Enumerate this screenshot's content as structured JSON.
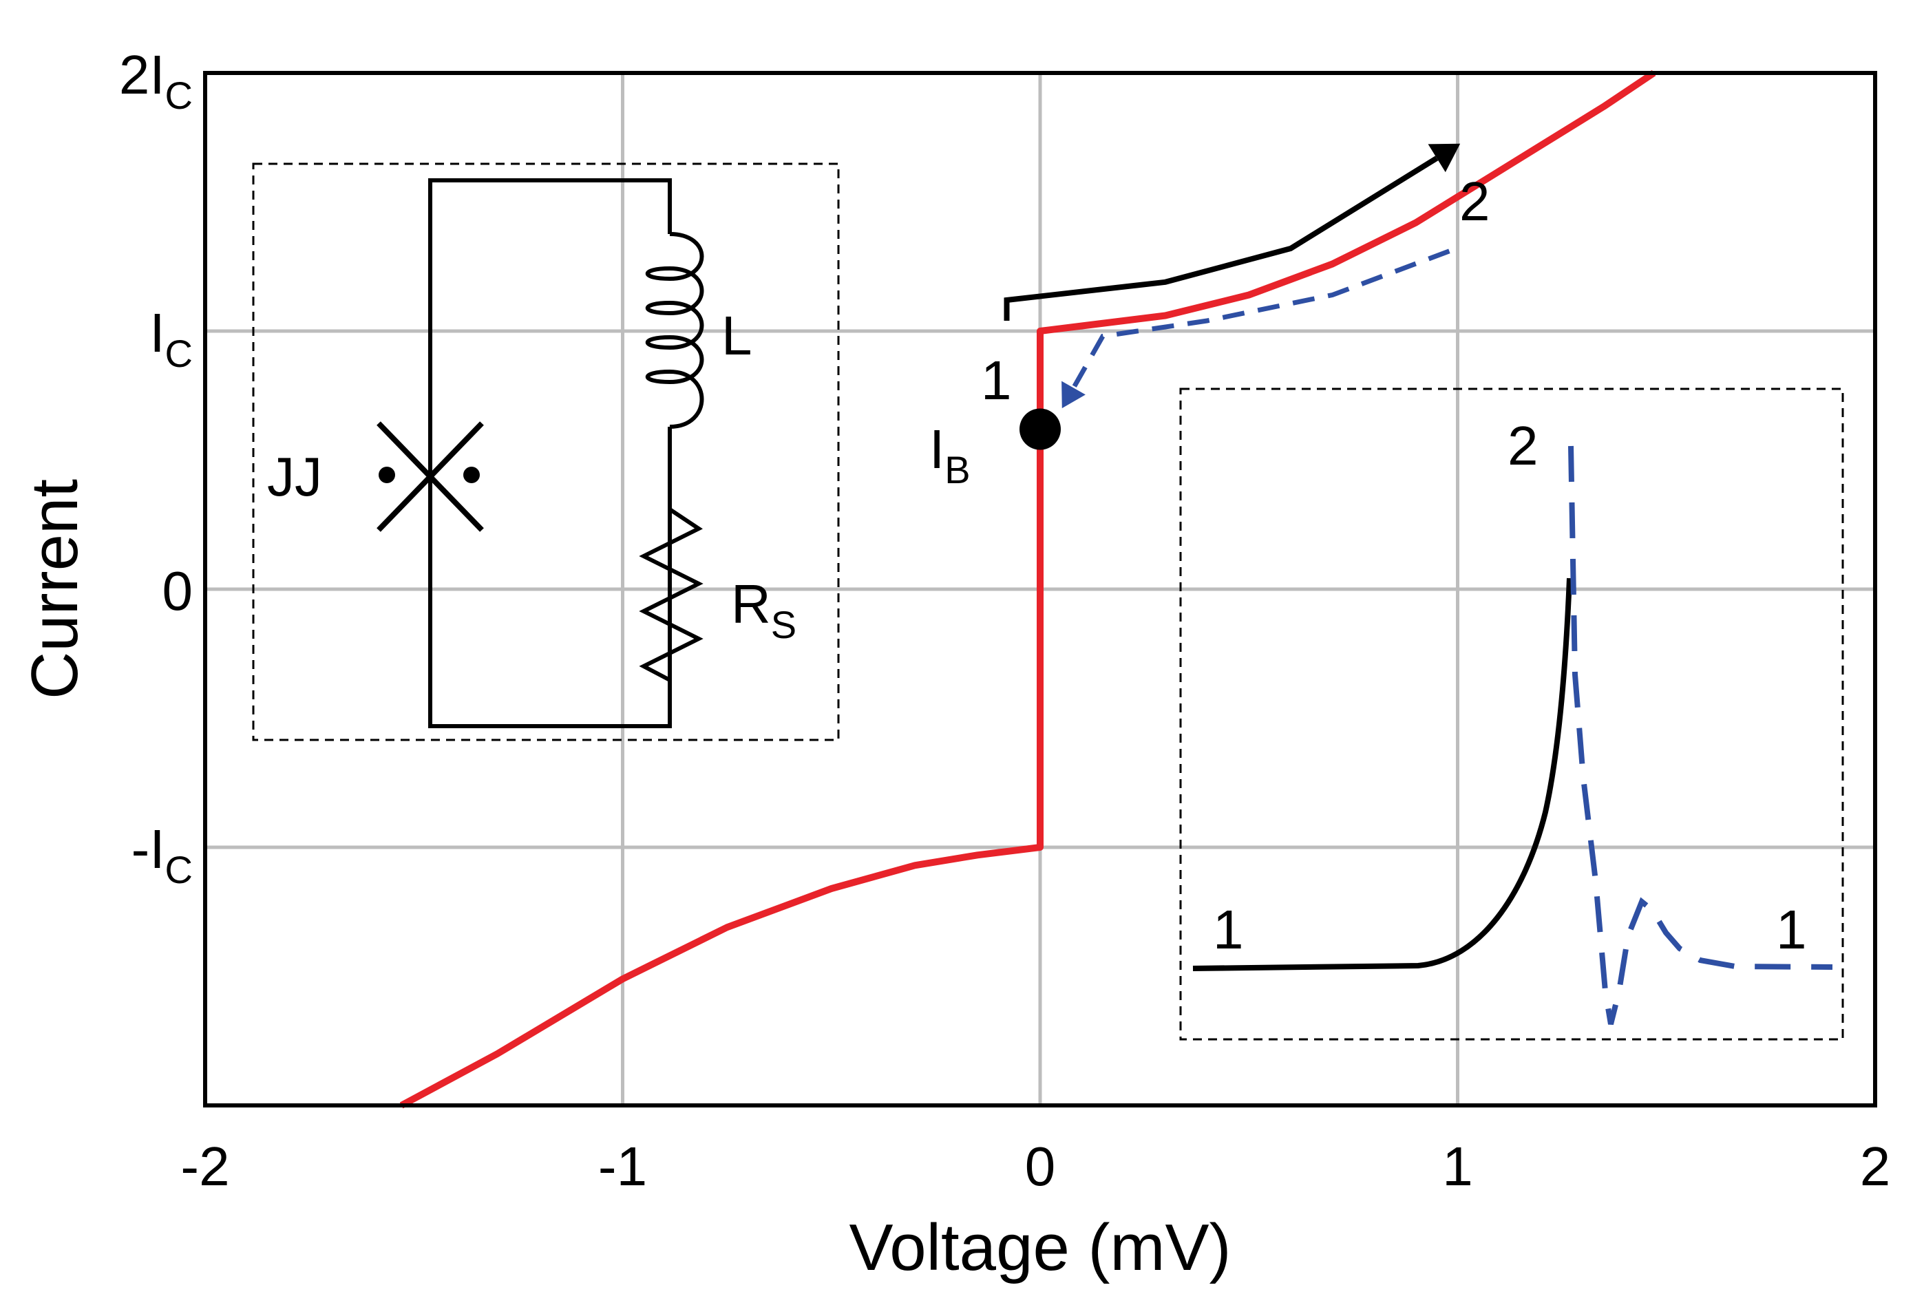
{
  "chart_data": {
    "type": "line",
    "title": "",
    "xlabel": "Voltage (mV)",
    "ylabel": "Current",
    "xlim": [
      -2,
      2
    ],
    "ylim": [
      -2,
      2
    ],
    "grid": true,
    "x_ticks": [
      -2,
      -1,
      0,
      1,
      2
    ],
    "x_tick_labels": [
      "-2",
      "-1",
      "0",
      "1",
      "2"
    ],
    "y_ticks": [
      2,
      1,
      0,
      -1
    ],
    "y_tick_labels": [
      {
        "main": "2I",
        "sub": "C"
      },
      {
        "main": "I",
        "sub": "C"
      },
      {
        "main": "0",
        "sub": ""
      },
      {
        "main": "-I",
        "sub": "C"
      }
    ],
    "series": [
      {
        "color": "#e8232a",
        "points": [
          [
            -1.53,
            -2.0
          ],
          [
            -1.3,
            -1.8
          ],
          [
            -1.0,
            -1.51
          ],
          [
            -0.75,
            -1.31
          ],
          [
            -0.5,
            -1.16
          ],
          [
            -0.3,
            -1.07
          ],
          [
            -0.15,
            -1.03
          ],
          [
            -0.05,
            -1.01
          ],
          [
            0.0,
            -1.0
          ],
          [
            0.0,
            1.0
          ],
          [
            0.1,
            1.02
          ],
          [
            0.3,
            1.06
          ],
          [
            0.5,
            1.14
          ],
          [
            0.7,
            1.26
          ],
          [
            0.9,
            1.42
          ],
          [
            1.05,
            1.57
          ],
          [
            1.2,
            1.72
          ],
          [
            1.35,
            1.87
          ],
          [
            1.47,
            2.0
          ]
        ]
      }
    ],
    "bias_point": {
      "x": 0.0,
      "y": 0.62,
      "label_main": "I",
      "label_sub": "B"
    },
    "annotations": {
      "point1_main": "1",
      "point2_main": "2",
      "arrow_switch": [
        [
          -0.08,
          1.04
        ],
        [
          -0.08,
          1.12
        ],
        [
          0.3,
          1.19
        ],
        [
          0.6,
          1.32
        ],
        [
          0.95,
          1.67
        ]
      ],
      "arrow_return": [
        [
          0.98,
          1.31
        ],
        [
          0.7,
          1.14
        ],
        [
          0.4,
          1.04
        ],
        [
          0.15,
          0.98
        ],
        [
          0.08,
          0.78
        ]
      ]
    },
    "circuit_inset": {
      "components": {
        "junction": "JJ",
        "inductor": "L",
        "resistor_main": "R",
        "resistor_sub": "S"
      }
    },
    "waveform_inset": {
      "labels": [
        "1",
        "2",
        "1"
      ],
      "solid_color": "#000000",
      "dashed_color": "#2e4fa3"
    }
  }
}
